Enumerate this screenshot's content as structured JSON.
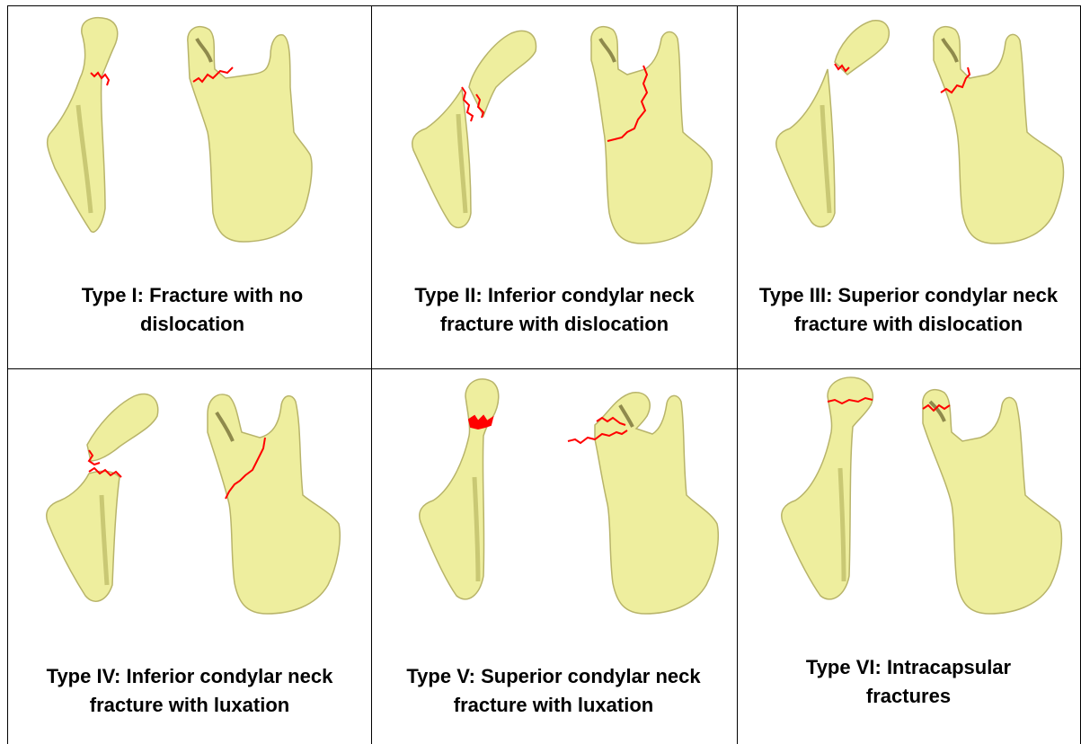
{
  "colors": {
    "bone_fill": "#eeee9e",
    "bone_shade": "#c9c874",
    "bone_dark": "#8f8a4c",
    "fracture_line": "#ff0000",
    "border": "#000000"
  },
  "panels": [
    {
      "caption": "Type I: Fracture with no dislocation"
    },
    {
      "caption": "Type II: Inferior condylar neck fracture with dislocation"
    },
    {
      "caption": "Type III: Superior condylar neck fracture with dislocation"
    },
    {
      "caption": "Type IV: Inferior condylar neck fracture with luxation"
    },
    {
      "caption": "Type V: Superior condylar neck fracture with luxation"
    },
    {
      "caption": "Type VI: Intracapsular fractures"
    }
  ]
}
